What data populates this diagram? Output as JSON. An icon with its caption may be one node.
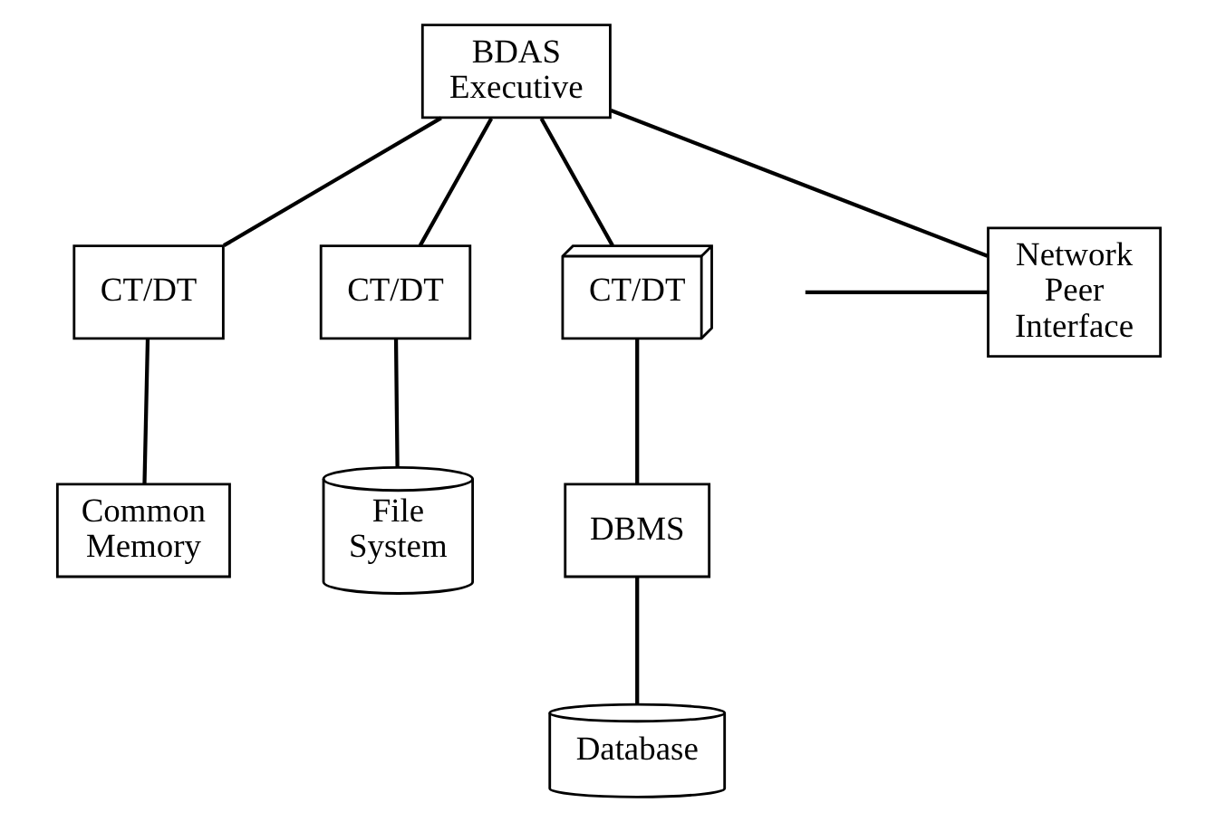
{
  "diagram": {
    "nodes": [
      {
        "text": [
          "BDAS Executive"
        ]
      },
      {
        "text": [
          "Network Peer Interface"
        ]
      },
      {
        "text": [
          "CT/DT"
        ]
      },
      {
        "text": [
          "CT/DT"
        ]
      },
      {
        "text": [
          "CT/DT"
        ]
      },
      {
        "text": [
          "Common Memory"
        ]
      },
      {
        "text": [
          "File System"
        ]
      },
      {
        "text": [
          "DBMS"
        ]
      },
      {
        "text": [
          "Database"
        ]
      }
    ],
    "edges": [
      {
        "from": 0,
        "to": 1,
        "arrow": "none"
      },
      {
        "from": 0,
        "to": 2,
        "arrow": "none"
      },
      {
        "from": 0,
        "to": 3,
        "arrow": "none"
      },
      {
        "from": 0,
        "to": 4,
        "arrow": "none"
      },
      {
        "from": null,
        "to": 1,
        "arrow": "none"
      },
      {
        "from": 2,
        "to": 5,
        "arrow": "none"
      },
      {
        "from": 3,
        "to": 6,
        "arrow": "none"
      },
      {
        "from": 4,
        "to": 7,
        "arrow": "none"
      },
      {
        "from": 7,
        "to": 8,
        "arrow": "none"
      }
    ]
  }
}
